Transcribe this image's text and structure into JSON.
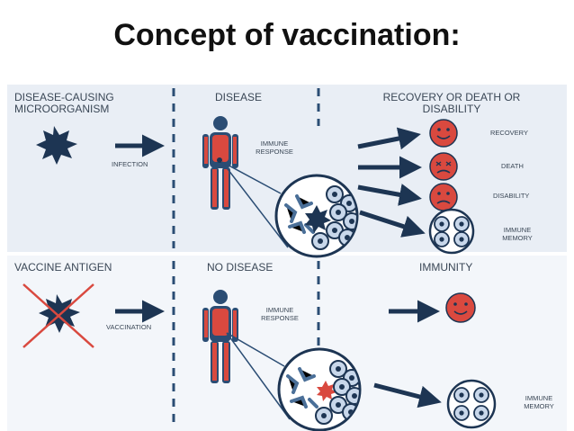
{
  "title": "Concept of vaccination:",
  "top_panel": {
    "col1_header_line1": "DISEASE-CAUSING",
    "col1_header_line2": "MICROORGANISM",
    "col2_header": "DISEASE",
    "col3_header_line1": "RECOVERY OR DEATH OR",
    "col3_header_line2": "DISABILITY",
    "infection_label": "INFECTION",
    "immune_response_line1": "IMMUNE",
    "immune_response_line2": "RESPONSE",
    "outcomes": [
      "RECOVERY",
      "DEATH",
      "DISABILITY"
    ],
    "immune_memory_line1": "IMMUNE",
    "immune_memory_line2": "MEMORY"
  },
  "bottom_panel": {
    "col1_header": "VACCINE ANTIGEN",
    "col2_header": "NO DISEASE",
    "col3_header": "IMMUNITY",
    "vaccination_label": "VACCINATION",
    "immune_response_line1": "IMMUNE",
    "immune_response_line2": "RESPONSE",
    "immune_memory_line1": "IMMUNE",
    "immune_memory_line2": "MEMORY"
  },
  "colors": {
    "panel_bg": "#e9eef5",
    "navy": "#1d3553",
    "red": "#d9493f",
    "cell_fill": "#c8d7ea",
    "body_blue": "#2b4d74"
  }
}
